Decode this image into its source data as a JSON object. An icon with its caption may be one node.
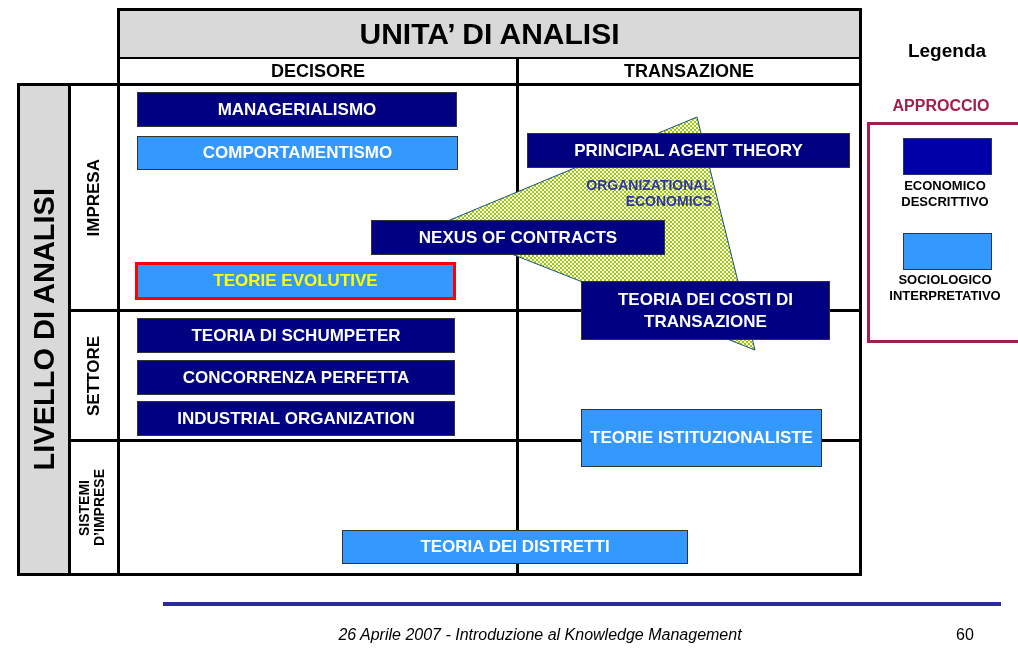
{
  "diagram": {
    "caption": "26 Aprile 2007 - Introduzione al Knowledge Management",
    "nodes": [
      {
        "text": [
          "UNITA’ DI ANALISI"
        ]
      },
      {
        "text": [
          "DECISORE"
        ]
      },
      {
        "text": [
          "TRANSAZIONE"
        ]
      },
      {
        "text": [
          "LIVELLO DI ANALISI"
        ]
      },
      {
        "text": [
          "IMPRESA"
        ]
      },
      {
        "text": [
          "SETTORE"
        ]
      },
      {
        "text": [
          "SISTEMI D’IMPRESE"
        ]
      },
      {
        "text": [
          "ORGANIZATIONAL ECONOMICS"
        ]
      },
      {
        "text": [
          "MANAGERIALISMO"
        ]
      },
      {
        "text": [
          "COMPORTAMENTISMO"
        ]
      },
      {
        "text": [
          "PRINCIPAL AGENT THEORY"
        ]
      },
      {
        "text": [
          "NEXUS OF CONTRACTS"
        ]
      },
      {
        "text": [
          "TEORIE EVOLUTIVE"
        ]
      },
      {
        "text": [
          "TEORIA DEI COSTI DI TRANSAZIONE"
        ]
      },
      {
        "text": [
          "TEORIA DI SCHUMPETER"
        ]
      },
      {
        "text": [
          "CONCORRENZA PERFETTA"
        ]
      },
      {
        "text": [
          "INDUSTRIAL ORGANIZATION"
        ]
      },
      {
        "text": [
          "TEORIE ISTITUZIONALISTE"
        ]
      },
      {
        "text": [
          "TEORIA DEI DISTRETTI"
        ]
      }
    ],
    "labels": [
      "Legenda",
      "APPROCCIO",
      "60"
    ],
    "legend": [
      {
        "text": "ECONOMICO DESCRITTIVO",
        "color": "#0000a8"
      },
      {
        "text": "SOCIOLOGICO INTERPRETATIVO",
        "color": "#3399ff"
      }
    ]
  }
}
